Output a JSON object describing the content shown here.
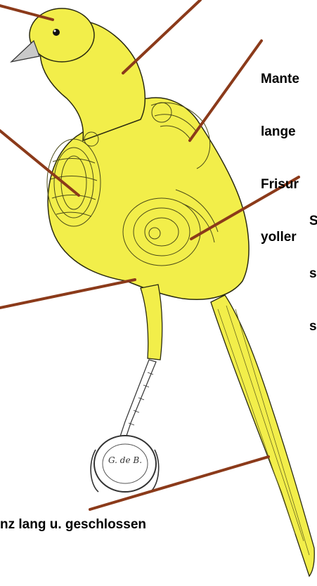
{
  "labels": {
    "mantel": [
      "Mante",
      "lange",
      "Frisur",
      "yoller"
    ],
    "seite": [
      "S",
      "s",
      "s"
    ],
    "schwanz": "nz lang u. geschlossen"
  },
  "stamp": "G. de B.",
  "colors": {
    "bird_yellow": "#f2ee4a",
    "bird_outline": "#2a2a10",
    "leader_line": "#8b3a1a",
    "text": "#000000",
    "background": "#ffffff"
  }
}
